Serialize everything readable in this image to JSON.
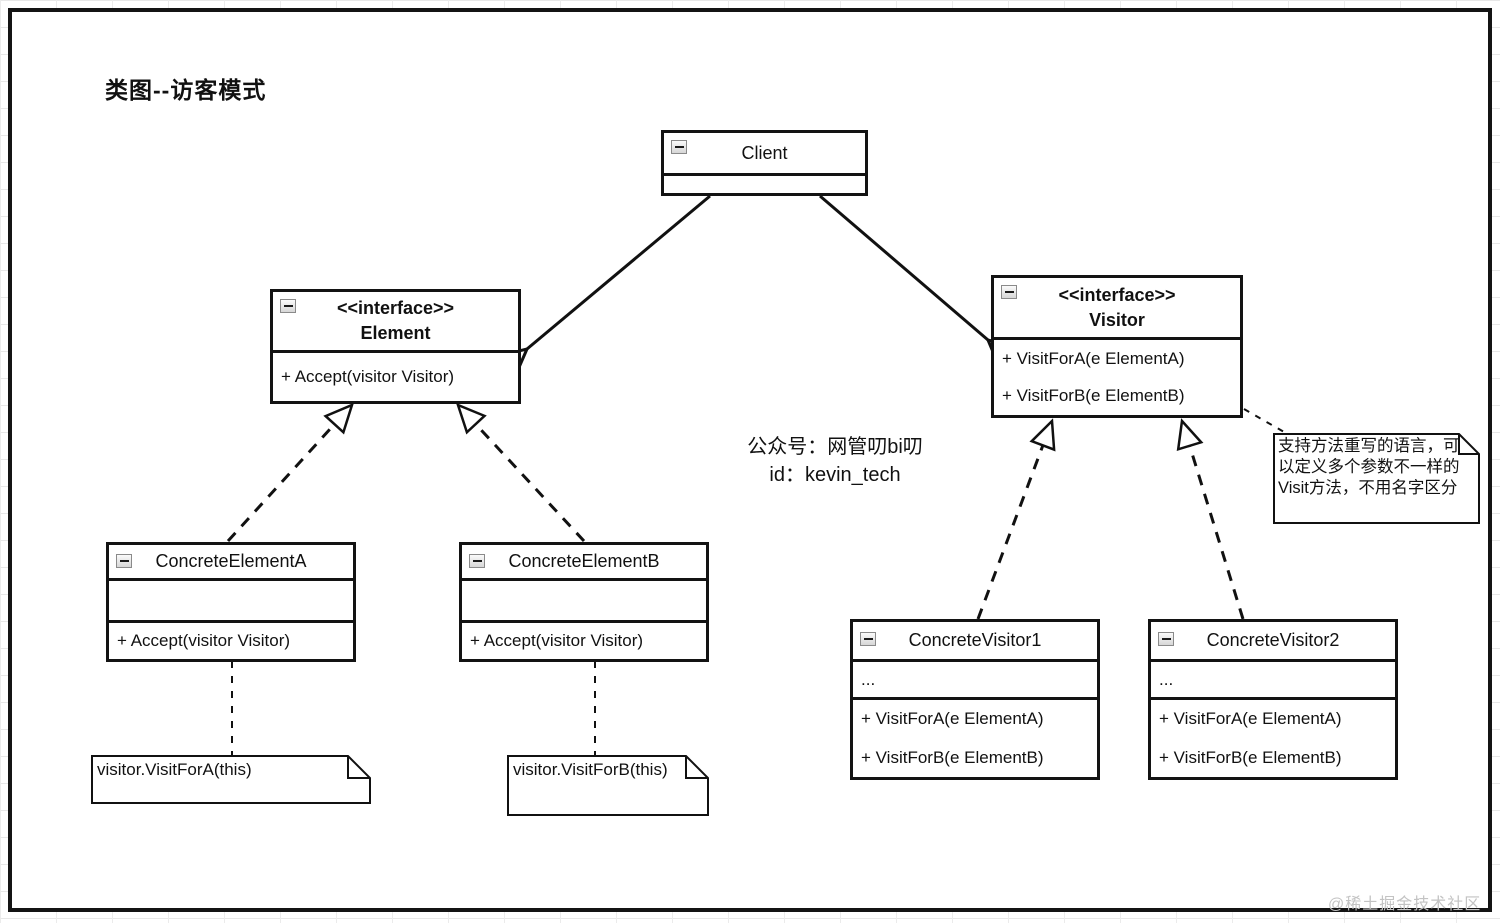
{
  "page": {
    "title": "类图--访客模式",
    "watermark": "@稀土掘金技术社区"
  },
  "branding": {
    "line1": "公众号：网管叨bi叨",
    "line2": "id：kevin_tech"
  },
  "classes": {
    "client": {
      "name": "Client"
    },
    "element": {
      "stereotype": "<<interface>>",
      "name": "Element",
      "methods": [
        "+ Accept(visitor Visitor)"
      ]
    },
    "visitor": {
      "stereotype": "<<interface>>",
      "name": "Visitor",
      "methods": [
        "+ VisitForA(e ElementA)",
        "+ VisitForB(e ElementB)"
      ]
    },
    "concrete_element_a": {
      "name": "ConcreteElementA",
      "attributes": "",
      "methods": [
        "+ Accept(visitor Visitor)"
      ]
    },
    "concrete_element_b": {
      "name": "ConcreteElementB",
      "attributes": "",
      "methods": [
        "+ Accept(visitor Visitor)"
      ]
    },
    "concrete_visitor_1": {
      "name": "ConcreteVisitor1",
      "attributes": "...",
      "methods": [
        "+ VisitForA(e ElementA)",
        "+ VisitForB(e ElementB)"
      ]
    },
    "concrete_visitor_2": {
      "name": "ConcreteVisitor2",
      "attributes": "...",
      "methods": [
        "+ VisitForA(e ElementA)",
        "+ VisitForB(e ElementB)"
      ]
    }
  },
  "notes": {
    "element_a_note": "visitor.VisitForA(this)",
    "element_b_note": "visitor.VisitForB(this)",
    "visitor_note": "支持方法重写的语言，可以定义多个参数不一样的Visit方法，不用名字区分"
  },
  "icons": {
    "collapse": "minus-icon"
  },
  "colors": {
    "line": "#111111",
    "background": "#ffffff",
    "watermark": "#c3c3c3"
  }
}
